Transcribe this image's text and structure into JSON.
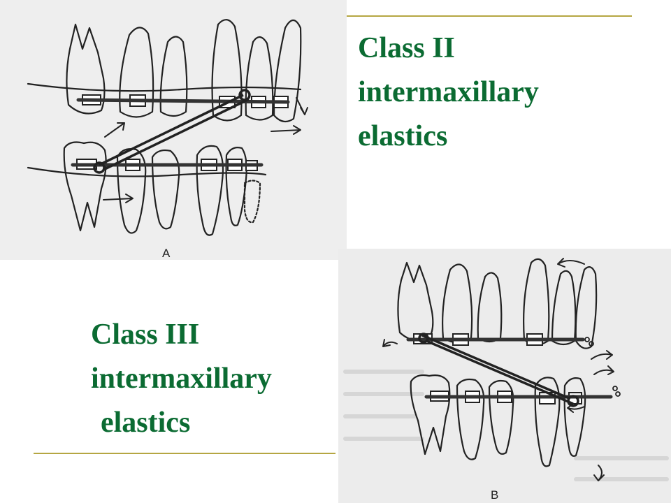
{
  "title_class_ii": [
    "Class II",
    "intermaxillary",
    "elastics"
  ],
  "title_class_iii": [
    "Class III",
    "intermaxillary",
    "elastics"
  ],
  "figure_a": {
    "label": "A"
  },
  "figure_b": {
    "label": "B"
  },
  "colors": {
    "title": "#0b6b32",
    "rule": "#b5a642",
    "line_art": "#222222",
    "scan_background": "#ececec"
  }
}
